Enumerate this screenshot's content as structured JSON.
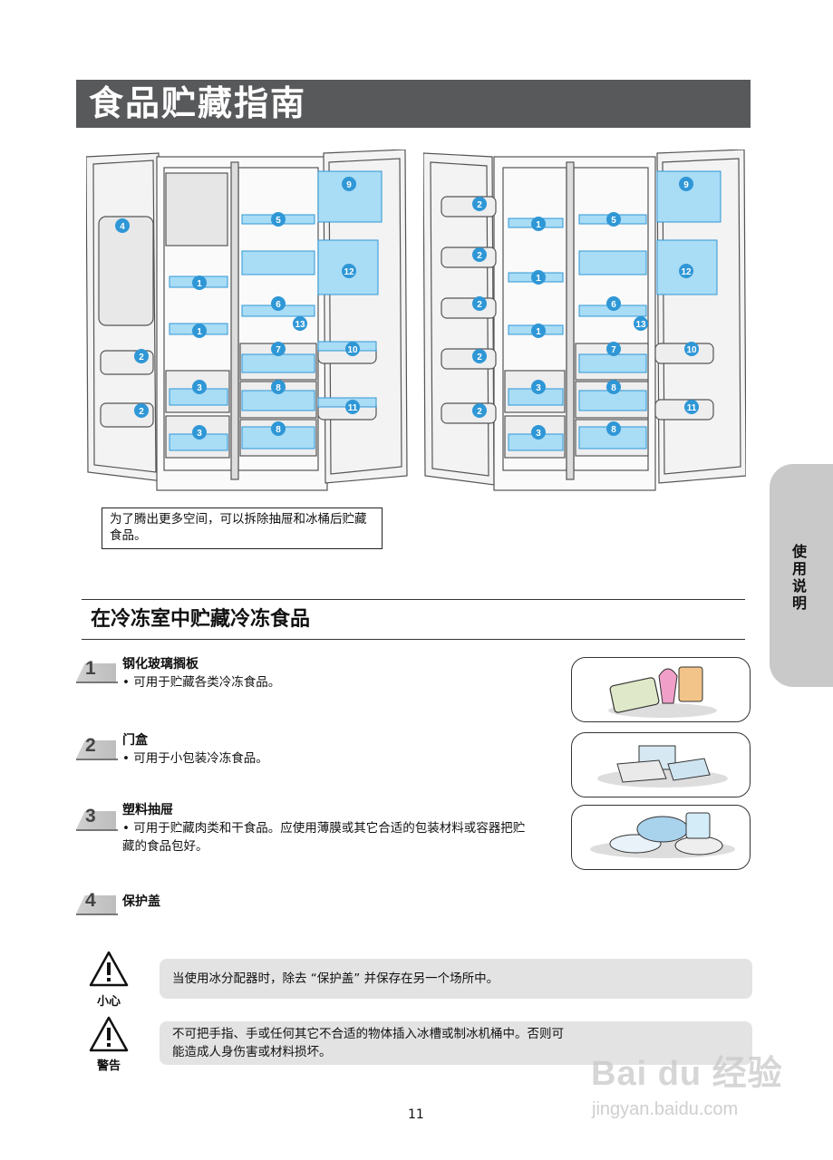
{
  "header": {
    "title": "食品贮藏指南"
  },
  "diagram": {
    "note": "为了腾出更多空间，可以拆除抽屉和冰桶后贮藏食品。",
    "left_fridge_callouts": [
      "4",
      "1",
      "1",
      "2",
      "2",
      "3",
      "3",
      "5",
      "6",
      "7",
      "8",
      "8",
      "13",
      "9",
      "12",
      "10",
      "11"
    ],
    "right_fridge_callouts": [
      "2",
      "2",
      "2",
      "2",
      "2",
      "1",
      "1",
      "1",
      "3",
      "3",
      "5",
      "6",
      "7",
      "8",
      "8",
      "13",
      "9",
      "12",
      "10",
      "11"
    ],
    "accent_color": "#2f97d6"
  },
  "side_tab": {
    "label": "使用说明"
  },
  "section": {
    "title": "在冷冻室中贮藏冷冻食品"
  },
  "items": [
    {
      "num": "1",
      "title": "钢化玻璃搁板",
      "desc": "• 可用于贮藏各类冷冻食品。",
      "image": "frozen-food-illustration"
    },
    {
      "num": "2",
      "title": "门盒",
      "desc": "• 可用于小包装冷冻食品。",
      "image": "small-package-illustration"
    },
    {
      "num": "3",
      "title": "塑料抽屉",
      "desc": "• 可用于贮藏肉类和干食品。应使用薄膜或其它合适的包装材料或容器把贮藏的食品包好。",
      "image": "meat-dry-food-illustration"
    },
    {
      "num": "4",
      "title": "保护盖",
      "desc": ""
    }
  ],
  "warnings": [
    {
      "label": "小心",
      "text": "当使用冰分配器时，除去 “保护盖” 并保存在另一个场所中。",
      "icon": "warning-triangle-icon"
    },
    {
      "label": "警告",
      "text": "不可把手指、手或任何其它不合适的物体插入冰槽或制冰机桶中。否则可能造成人身伤害或材料损坏。",
      "icon": "warning-triangle-icon"
    }
  ],
  "footer": {
    "page_number": "11"
  },
  "watermark": {
    "main": "Bai du 经验",
    "sub": "jingyan.baidu.com"
  }
}
